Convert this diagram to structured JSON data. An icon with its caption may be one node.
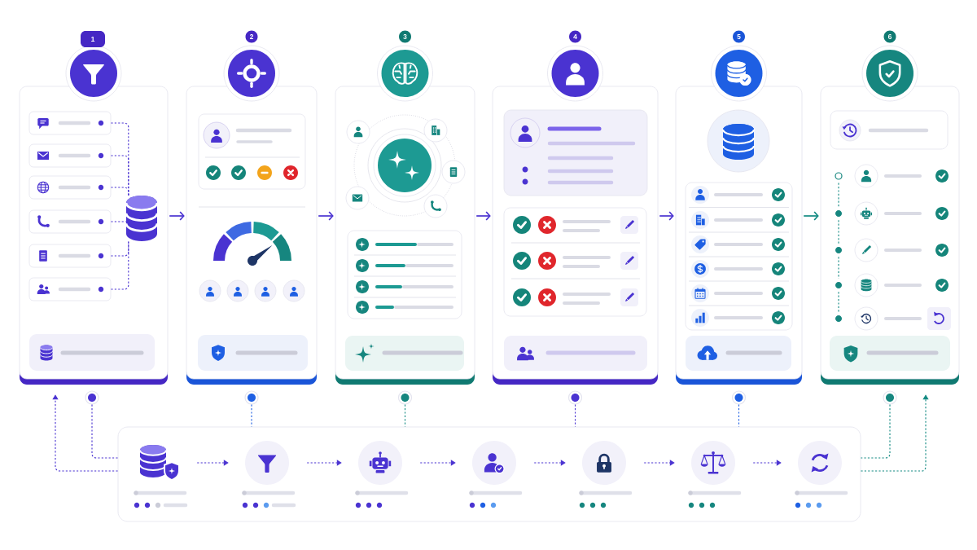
{
  "diagram": {
    "nodes": [
      {
        "text": [
          "1"
        ]
      },
      {
        "text": [
          "2"
        ]
      },
      {
        "text": [
          "3"
        ]
      },
      {
        "text": [
          "4"
        ]
      },
      {
        "text": [
          "5"
        ]
      },
      {
        "text": [
          "6"
        ]
      },
      {
        "text": [],
        "shape": "box",
        "in": 0
      },
      {
        "text": [],
        "shape": "box",
        "in": 0
      },
      {
        "text": [],
        "shape": "box",
        "in": 0
      },
      {
        "text": [],
        "shape": "box",
        "in": 0
      },
      {
        "text": [],
        "shape": "box",
        "in": 0
      },
      {
        "text": [],
        "shape": "box",
        "in": 0
      },
      {
        "text": [],
        "shape": "cylinder",
        "in": 0
      },
      {
        "text": [],
        "shape": "circle",
        "in": 5
      },
      {
        "text": [],
        "shape": "circle",
        "in": 5
      },
      {
        "text": [],
        "shape": "circle",
        "in": 5
      },
      {
        "text": [],
        "shape": "circle",
        "in": 5
      },
      {
        "text": [],
        "shape": "circle",
        "in": 5
      },
      {
        "text": [],
        "shape": "box"
      },
      {
        "text": [],
        "shape": "picture",
        "in": 18
      },
      {
        "text": [],
        "shape": "circle",
        "in": 18
      },
      {
        "text": [],
        "shape": "circle",
        "in": 18
      },
      {
        "text": [],
        "shape": "circle",
        "in": 18
      },
      {
        "text": [],
        "shape": "circle",
        "in": 18
      },
      {
        "text": [],
        "shape": "circle",
        "in": 18
      },
      {
        "text": [],
        "shape": "circle",
        "in": 18
      },
      {
        "text": [],
        "shape": "circle"
      },
      {
        "text": [],
        "shape": "circle"
      },
      {
        "text": [],
        "shape": "circle"
      },
      {
        "text": [],
        "shape": "circle"
      },
      {
        "text": [],
        "shape": "circle"
      },
      {
        "text": [],
        "shape": "circle"
      }
    ],
    "edges": [
      {
        "from": 0,
        "to": 1,
        "arrow": "to"
      },
      {
        "from": 1,
        "to": 2,
        "arrow": "to"
      },
      {
        "from": 2,
        "to": 3,
        "arrow": "to"
      },
      {
        "from": 3,
        "to": 4,
        "arrow": "to"
      },
      {
        "from": 4,
        "to": 5,
        "arrow": "to",
        "color": "#138a82"
      },
      {
        "from": 6,
        "to": 12,
        "arrow": "none",
        "style": "dashed"
      },
      {
        "from": 7,
        "to": 12,
        "arrow": "none",
        "style": "dashed"
      },
      {
        "from": 8,
        "to": 12,
        "arrow": "none",
        "style": "dashed"
      },
      {
        "from": 9,
        "to": 12,
        "arrow": "none",
        "style": "dashed"
      },
      {
        "from": 10,
        "to": 12,
        "arrow": "none",
        "style": "dashed"
      },
      {
        "from": 11,
        "to": 12,
        "arrow": "none",
        "style": "dashed"
      },
      {
        "from": 19,
        "to": 20,
        "arrow": "to",
        "style": "dashed"
      },
      {
        "from": 20,
        "to": 21,
        "arrow": "to",
        "style": "dashed"
      },
      {
        "from": 21,
        "to": 22,
        "arrow": "to",
        "style": "dashed"
      },
      {
        "from": 22,
        "to": 23,
        "arrow": "to",
        "style": "dashed"
      },
      {
        "from": 23,
        "to": 24,
        "arrow": "to",
        "style": "dashed"
      },
      {
        "from": 24,
        "to": 25,
        "arrow": "to",
        "style": "dashed"
      },
      {
        "from": 26,
        "to": 18,
        "arrow": "none",
        "style": "dashed"
      },
      {
        "from": 27,
        "to": 18,
        "arrow": "none",
        "style": "dashed",
        "color": "#1e5fe3"
      },
      {
        "from": 28,
        "to": 18,
        "arrow": "none",
        "style": "dashed",
        "color": "#138a82"
      },
      {
        "from": 29,
        "to": 18,
        "arrow": "none",
        "style": "dashed"
      },
      {
        "from": 30,
        "to": 18,
        "arrow": "none",
        "style": "dashed",
        "color": "#1e5fe3"
      },
      {
        "from": 31,
        "to": 18,
        "arrow": "none",
        "style": "dashed",
        "color": "#138a82"
      },
      {
        "from": 18,
        "to": 0,
        "arrow": "to",
        "style": "dashed"
      },
      {
        "from": 18,
        "to": 5,
        "arrow": "to",
        "style": "dashed",
        "color": "#138a82"
      },
      {
        "from": 13,
        "to": 14,
        "arrow": "none",
        "style": "dashed",
        "color": "#138a82"
      },
      {
        "from": 14,
        "to": 15,
        "arrow": "none",
        "style": "dashed",
        "color": "#138a82"
      },
      {
        "from": 15,
        "to": 16,
        "arrow": "none",
        "style": "dashed",
        "color": "#138a82"
      },
      {
        "from": 16,
        "to": 17,
        "arrow": "none",
        "style": "dashed",
        "color": "#138a82"
      }
    ]
  }
}
